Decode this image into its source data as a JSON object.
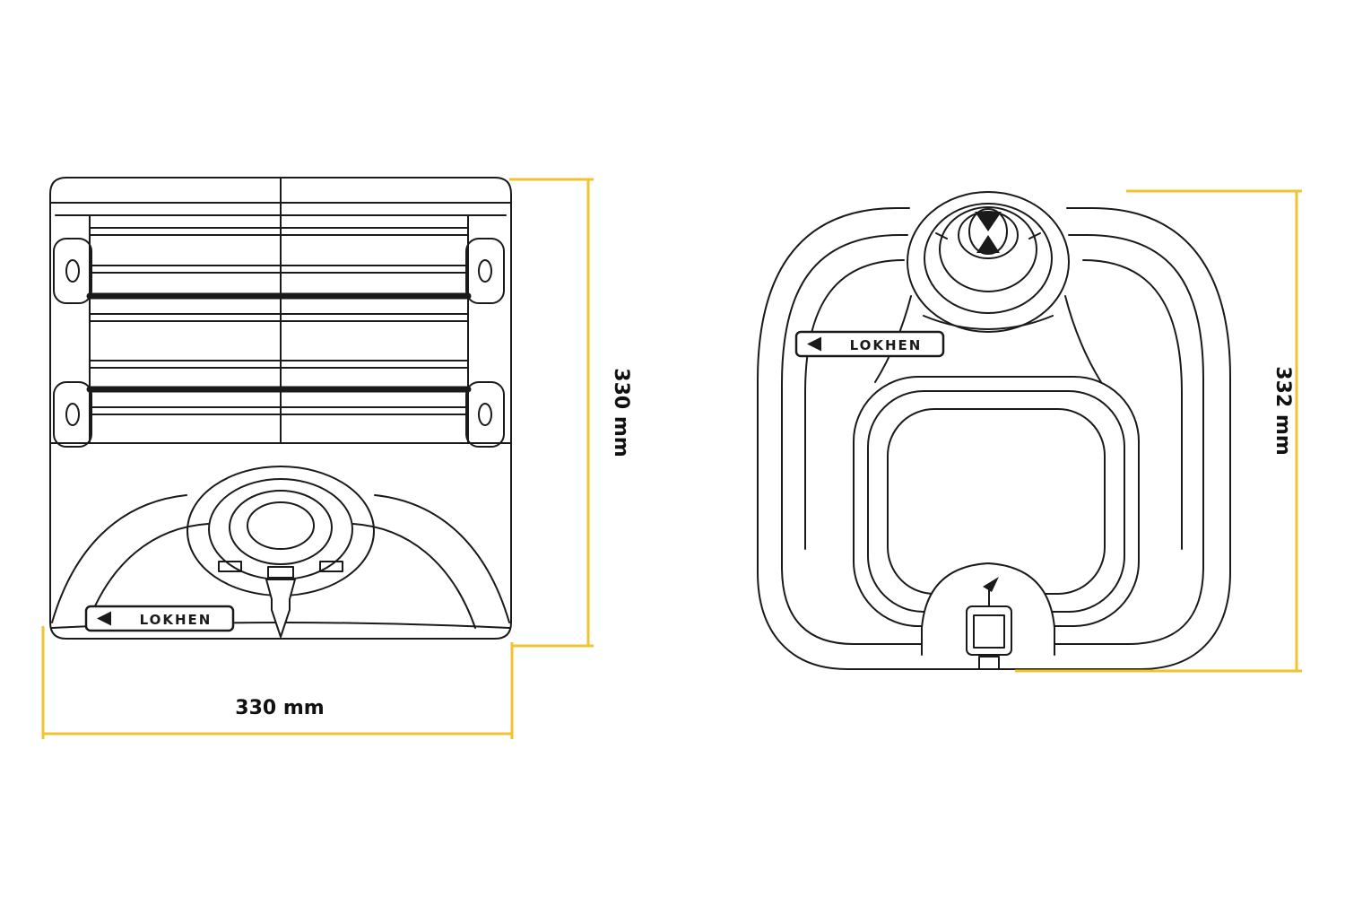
{
  "page": {
    "background": "#ffffff",
    "description": "Technical dimensional drawing of portable tank, front and side views"
  },
  "colors": {
    "dimension_line": "#F2C230",
    "drawing_line": "#1A1A1A",
    "label_text": "#111111"
  },
  "drawings": {
    "front_view": {
      "logo": "LOKHEN"
    },
    "side_view": {
      "logo": "LOKHEN"
    }
  },
  "dimensions": {
    "front_height": "330 mm",
    "front_width": "330 mm",
    "side_height": "332 mm"
  }
}
